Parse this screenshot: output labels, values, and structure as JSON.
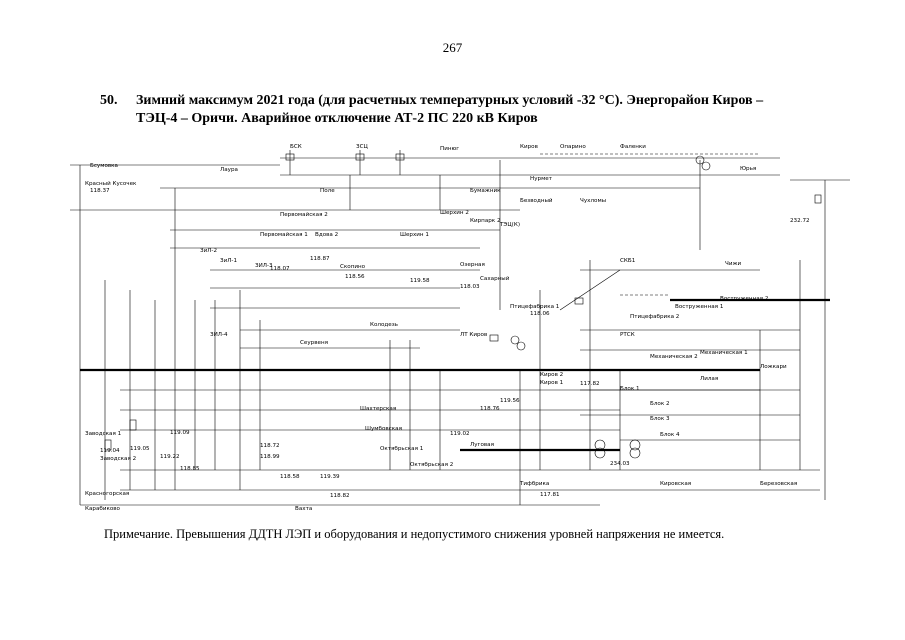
{
  "page": {
    "number": "267",
    "heading_number": "50.",
    "heading_line1": "Зимний максимум 2021 года (для расчетных температурных условий -32 °С). Энергорайон Киров –",
    "heading_line2": "ТЭЦ-4 – Оричи. Аварийное отключение АТ-2 ПС 220 кВ Киров",
    "note": "Примечание. Превышения ДДТН ЛЭП и оборудования и недопустимого снижения уровней напряжения не имеется."
  },
  "diagram": {
    "labels": [
      "Бсумовка",
      "Лаура",
      "БСК",
      "ЗСЦ",
      "Пинюг",
      "Киров",
      "Опарино",
      "Фаленки",
      "Юрья",
      "Красный Кусочек",
      "Поле",
      "Бумажник",
      "Безводный",
      "Чухломы",
      "Шерхин 2",
      "Кирпарк 2",
      "Нурмет",
      "Первомайская 2",
      "Первомайская 1",
      "Вдова 2",
      "Шерхин 1",
      "ТЭЦ(К)",
      "ЗиЛ-2",
      "ЗиЛ-1",
      "ЗИЛ-3",
      "Скопино",
      "Озерная",
      "Сахарный",
      "СКБ1",
      "Чижи",
      "Воструженная 2",
      "Воструженная 1",
      "РТСК",
      "Птицефабрика 2",
      "Птицефабрика 1",
      "ЛТ Киров",
      "Колодезь",
      "Сеурвеня",
      "ЗИЛ-4",
      "Киров 2",
      "Киров 1",
      "Механическая 2",
      "Механическая 1",
      "Ложкари",
      "Лилая",
      "Шахтерская",
      "Шумбовская",
      "Блок 1",
      "Блок 2",
      "Блок 3",
      "Блок 4",
      "Луговая",
      "Октябрьская 1",
      "Октябрьская 2",
      "Заводская 1",
      "Заводская 2",
      "Красногорская",
      "Карабиково",
      "Вахта",
      "Тифбрика",
      "Кировская",
      "Березовская"
    ],
    "values": [
      "118.37",
      "119.04",
      "119.05",
      "118.72",
      "119.22",
      "118.58",
      "119.39",
      "119.56",
      "118.85",
      "118.87",
      "118.56",
      "118.07",
      "119.58",
      "118.03",
      "117.82",
      "118.06",
      "234.03",
      "232.72",
      "119.09",
      "118.99",
      "119.02",
      "118.82",
      "117.81",
      "118.76"
    ]
  }
}
